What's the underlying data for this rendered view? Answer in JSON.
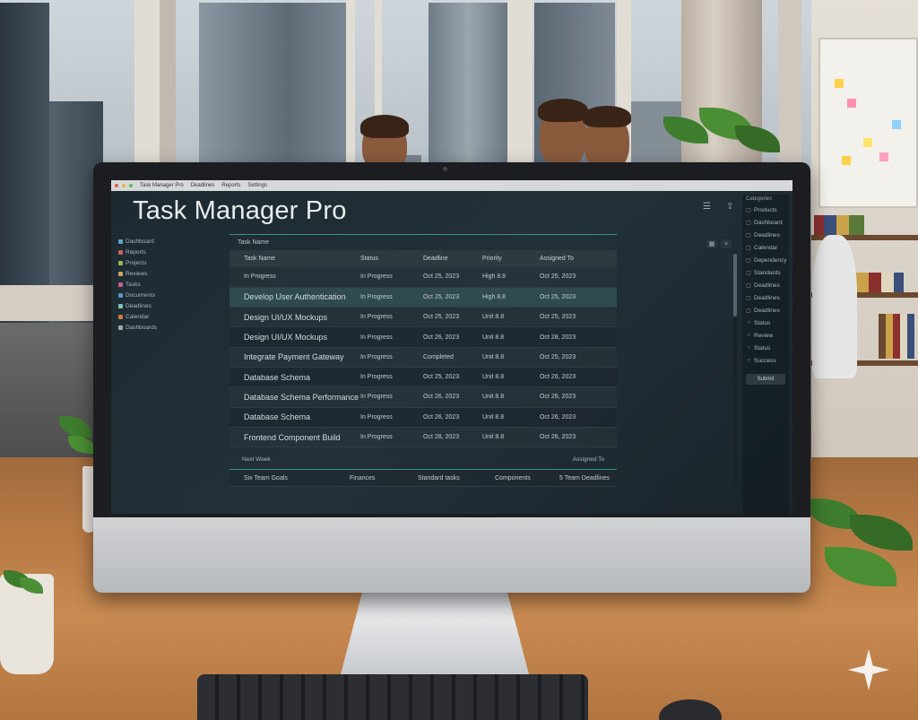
{
  "window": {
    "menu": [
      "Task Manager Pro",
      "Deadlines",
      "Reports",
      "Settings"
    ]
  },
  "app": {
    "title": "Task Manager Pro"
  },
  "left_nav": {
    "items": [
      {
        "label": "Dashboard",
        "color": "#5fa8c8"
      },
      {
        "label": "Reports",
        "color": "#c85f5f"
      },
      {
        "label": "Projects",
        "color": "#8fb85f"
      },
      {
        "label": "Reviews",
        "color": "#c8a85f"
      },
      {
        "label": "Tasks",
        "color": "#c85f8f"
      },
      {
        "label": "Documents",
        "color": "#5f8fc8"
      },
      {
        "label": "Deadlines",
        "color": "#7fc8b8"
      },
      {
        "label": "Calendar",
        "color": "#d07a3a"
      },
      {
        "label": "Dashboards",
        "color": "#a8a8a8"
      }
    ]
  },
  "task_panel": {
    "label": "Task Name",
    "columns": [
      "Task Name",
      "Status",
      "Deadline",
      "Priority",
      "Assigned To"
    ],
    "rows": [
      {
        "task": "In Progress",
        "status": "In Progress",
        "deadline": "Oct 25, 2023",
        "priority": "High 8.8",
        "assigned": "Oct 25, 2023",
        "selected": false
      },
      {
        "task": "Develop User Authentication",
        "status": "In Progress",
        "deadline": "Oct 25, 2023",
        "priority": "High 8.8",
        "assigned": "Oct 25, 2023",
        "selected": true
      },
      {
        "task": "Design UI/UX Mockups",
        "status": "In Progress",
        "deadline": "Oct 25, 2023",
        "priority": "Unit 8.8",
        "assigned": "Oct 25, 2023",
        "selected": false
      },
      {
        "task": "Design UI/UX Mockups",
        "status": "In Progress",
        "deadline": "Oct 26, 2023",
        "priority": "Unit 8.8",
        "assigned": "Oct 28, 2023",
        "selected": false
      },
      {
        "task": "Integrate Payment Gateway",
        "status": "In Progress",
        "deadline": "Completed",
        "priority": "Unit 8.8",
        "assigned": "Oct 25, 2023",
        "selected": false
      },
      {
        "task": "Database Schema",
        "status": "In Progress",
        "deadline": "Oct 25, 2023",
        "priority": "Unit 8.8",
        "assigned": "Oct 26, 2023",
        "selected": false
      },
      {
        "task": "Database Schema Performance",
        "status": "In Progress",
        "deadline": "Oct 26, 2023",
        "priority": "Unit 8.8",
        "assigned": "Oct 26, 2023",
        "selected": false
      },
      {
        "task": "Database Schema",
        "status": "In Progress",
        "deadline": "Oct 26, 2023",
        "priority": "Unit 8.8",
        "assigned": "Oct 26, 2023",
        "selected": false
      },
      {
        "task": "Frontend Component Build",
        "status": "In Progress",
        "deadline": "Oct 28, 2023",
        "priority": "Unit 8.8",
        "assigned": "Oct 26, 2023",
        "selected": false
      }
    ]
  },
  "summary": {
    "left_label": "Next Week",
    "right_label": "Assigned To",
    "cells": [
      "Six Team Goals",
      "Finances",
      "Standard tasks",
      "Components",
      "5 Team Deadlines"
    ]
  },
  "right_nav": {
    "header": "Categories",
    "items": [
      {
        "label": "Products",
        "icon": "▢"
      },
      {
        "label": "Dashboard",
        "icon": "▢"
      },
      {
        "label": "Deadlines",
        "icon": "▢"
      },
      {
        "label": "Calendar",
        "icon": "▢"
      },
      {
        "label": "Dependency",
        "icon": "▢"
      },
      {
        "label": "Standards",
        "icon": "▢"
      },
      {
        "label": "Deadlines",
        "icon": "▢"
      },
      {
        "label": "Deadlines",
        "icon": "▢"
      },
      {
        "label": "Deadlines",
        "icon": "▢"
      },
      {
        "label": "Status",
        "icon": "○"
      },
      {
        "label": "Review",
        "icon": "○"
      },
      {
        "label": "Status",
        "icon": "○"
      },
      {
        "label": "Success",
        "icon": "○"
      }
    ],
    "button_label": "Submit"
  },
  "colors": {
    "accent": "#3a8f86",
    "screen_bg": "#1f2c33",
    "selected_row": "#2f4a50"
  },
  "icons": {
    "menu": "hamburger-menu-icon",
    "share": "share-icon",
    "panel_tools": [
      "grid-icon",
      "close-icon"
    ]
  }
}
